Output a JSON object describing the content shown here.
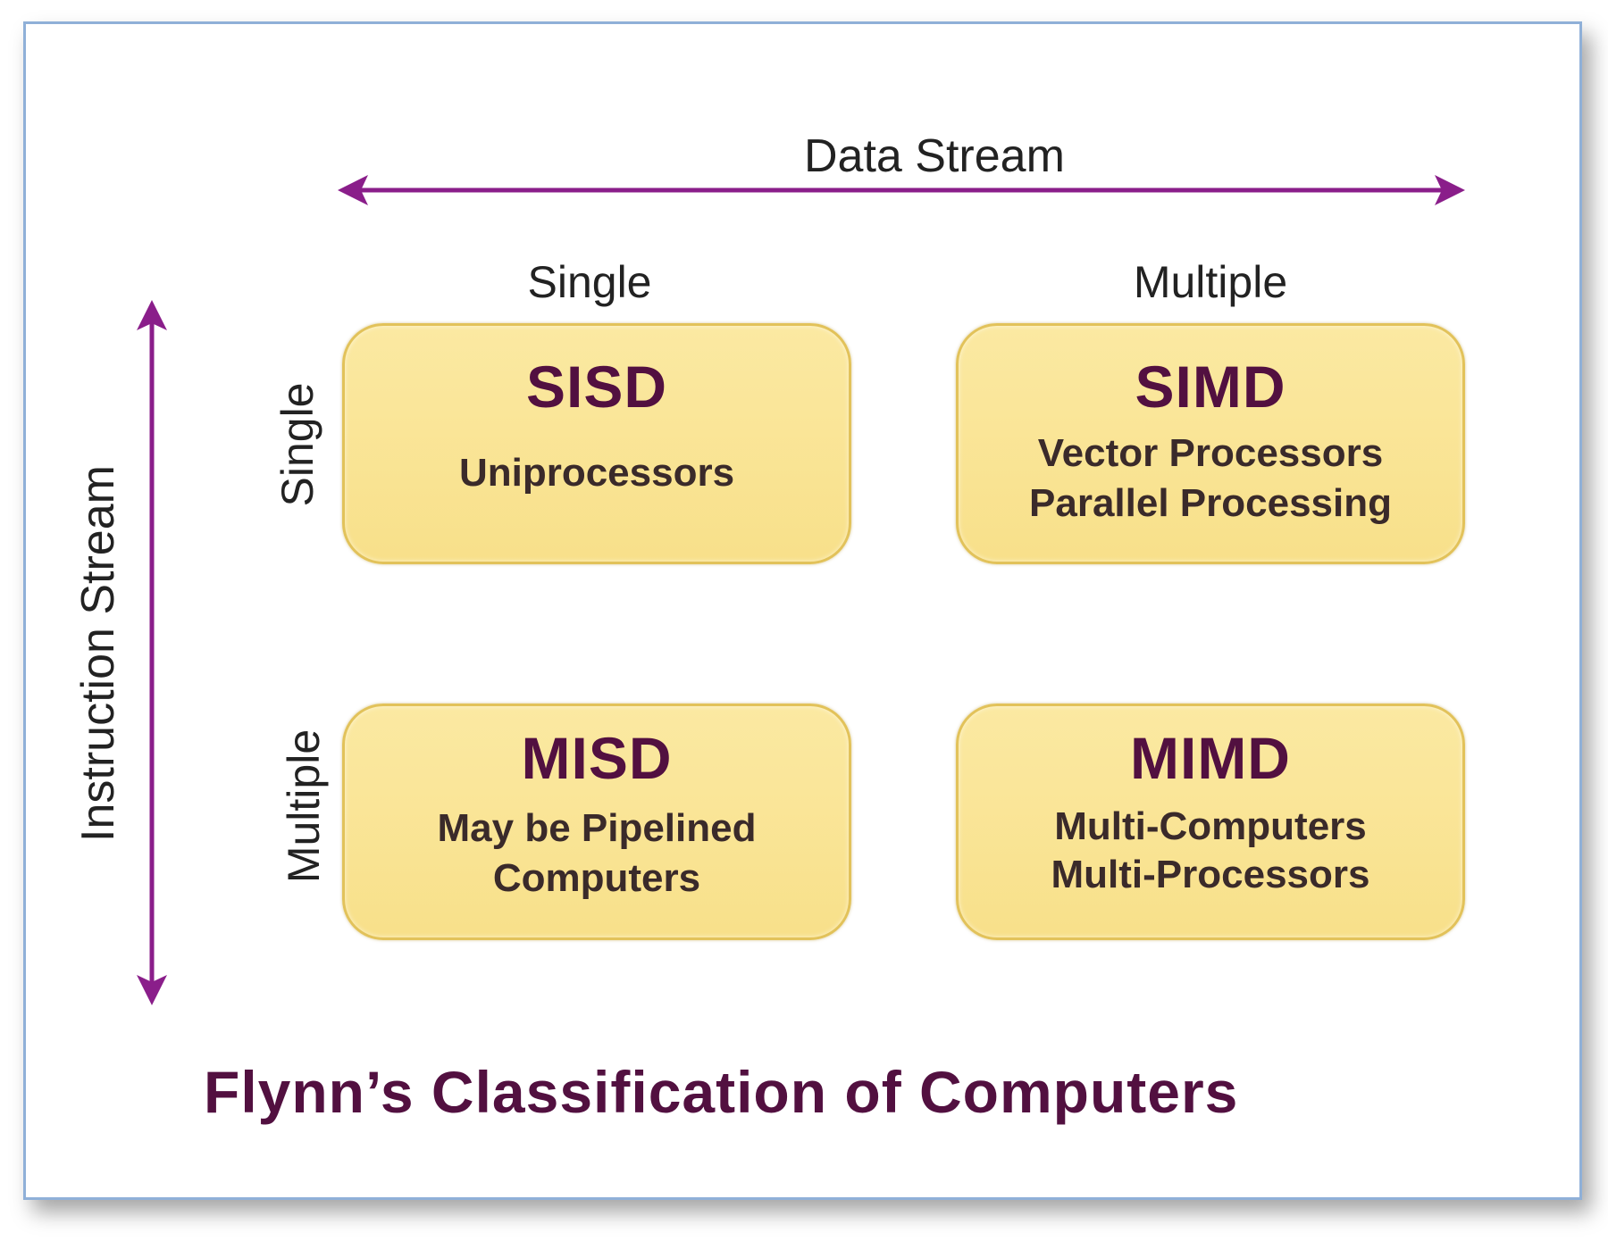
{
  "diagram": {
    "caption": "Flynn’s Classification of Computers",
    "data_stream_label": "Data Stream",
    "instruction_stream_label": "Instruction Stream",
    "columns": {
      "single": "Single",
      "multiple": "Multiple"
    },
    "rows": {
      "single": "Single",
      "multiple": "Multiple"
    },
    "cells": {
      "sisd": {
        "title": "SISD",
        "lines": [
          "Uniprocessors"
        ]
      },
      "simd": {
        "title": "SIMD",
        "lines": [
          "Vector Processors",
          "Parallel Processing"
        ]
      },
      "misd": {
        "title": "MISD",
        "lines": [
          "May be Pipelined",
          "Computers"
        ]
      },
      "mimd": {
        "title": "MIMD",
        "lines": [
          "Multi-Computers",
          "Multi-Processors"
        ]
      }
    },
    "colors": {
      "arrow": "#8a1e8a",
      "box_fill": "#f8e08a",
      "box_border": "#e2c25a",
      "title_text": "#521040",
      "frame_border": "#8fb0d8"
    }
  }
}
